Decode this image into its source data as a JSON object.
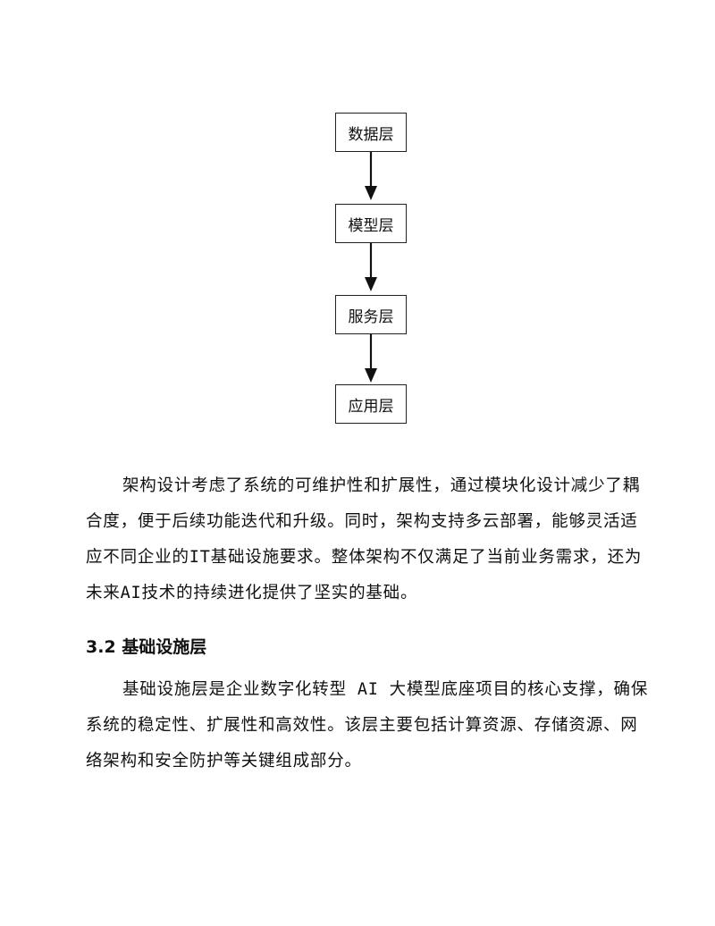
{
  "flowchart": {
    "nodes": [
      "数据层",
      "模型层",
      "服务层",
      "应用层"
    ]
  },
  "paragraph1": "架构设计考虑了系统的可维护性和扩展性，通过模块化设计减少了耦合度，便于后续功能迭代和升级。同时，架构支持多云部署，能够灵活适应不同企业的IT基础设施要求。整体架构不仅满足了当前业务需求，还为未来AI技术的持续进化提供了坚实的基础。",
  "section": {
    "heading": "3.2 基础设施层",
    "paragraph": "基础设施层是企业数字化转型 AI 大模型底座项目的核心支撑，确保系统的稳定性、扩展性和高效性。该层主要包括计算资源、存储资源、网络架构和安全防护等关键组成部分。"
  }
}
